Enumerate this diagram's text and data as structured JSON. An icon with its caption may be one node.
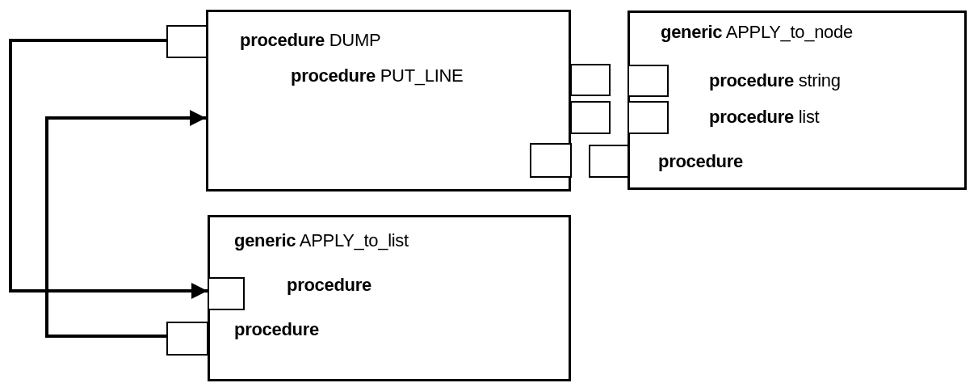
{
  "diagram": {
    "nodes": [
      {
        "text": [
          "**procedure** DUMP",
          "**procedure** PUT_LINE"
        ]
      },
      {
        "text": [],
        "shape": "box"
      },
      {
        "text": [],
        "shape": "box"
      },
      {
        "text": [],
        "shape": "box"
      },
      {
        "text": [],
        "shape": "box",
        "in": 0
      },
      {
        "text": [
          "**generic** APPLY_to_node",
          "**procedure** string",
          "**procedure** list",
          "procedure"
        ]
      },
      {
        "text": [],
        "shape": "box",
        "in": 5
      },
      {
        "text": [],
        "shape": "box",
        "in": 5
      },
      {
        "text": [],
        "shape": "box"
      },
      {
        "text": [
          "**generic** APPLY_to_list",
          "procedure",
          "procedure"
        ]
      },
      {
        "text": [],
        "shape": "box",
        "in": 9
      },
      {
        "text": [],
        "shape": "box"
      }
    ],
    "edges": [
      {
        "from": 1,
        "to": 10,
        "arrow": "to"
      },
      {
        "from": 11,
        "to": 0,
        "arrow": "to"
      }
    ]
  }
}
